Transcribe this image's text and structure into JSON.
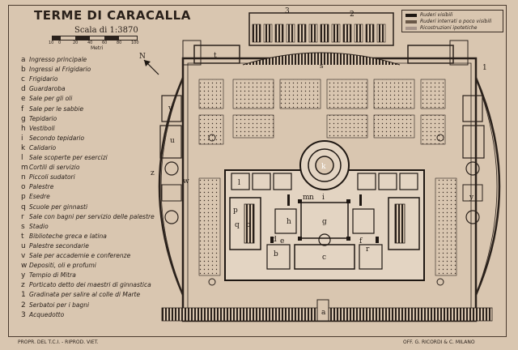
{
  "title": "TERME DI CARACALLA",
  "scale": {
    "label": "Scala di 1:3870",
    "ticks": [
      "10",
      "0",
      "20",
      "40",
      "60",
      "80",
      "100"
    ],
    "unit": "Metri"
  },
  "legend": [
    {
      "key": "a",
      "text": "Ingresso principale"
    },
    {
      "key": "b",
      "text": "Ingressi al Frigidario"
    },
    {
      "key": "c",
      "text": "Frigidario"
    },
    {
      "key": "d",
      "text": "Guardaroba"
    },
    {
      "key": "e",
      "text": "Sale per gli oli"
    },
    {
      "key": "f",
      "text": "Sale per le sabbie"
    },
    {
      "key": "g",
      "text": "Tepidario"
    },
    {
      "key": "h",
      "text": "Vestiboli"
    },
    {
      "key": "i",
      "text": "Secondo tepidario"
    },
    {
      "key": "k",
      "text": "Calidario"
    },
    {
      "key": "l",
      "text": "Sale scoperte per esercizi"
    },
    {
      "key": "m",
      "text": "Cortili di servizio"
    },
    {
      "key": "n",
      "text": "Piccoli sudatori"
    },
    {
      "key": "o",
      "text": "Palestre"
    },
    {
      "key": "p",
      "text": "Esedre"
    },
    {
      "key": "q",
      "text": "Scuole per ginnasti"
    },
    {
      "key": "r",
      "text": "Sale con bagni per servizio delle palestre"
    },
    {
      "key": "s",
      "text": "Stadio"
    },
    {
      "key": "t",
      "text": "Biblioteche greca e latina"
    },
    {
      "key": "u",
      "text": "Palestre secondarie"
    },
    {
      "key": "v",
      "text": "Sale per accademie e conferenze"
    },
    {
      "key": "w",
      "text": "Depositi, oli e profumi"
    },
    {
      "key": "y",
      "text": "Tempio di Mitra"
    },
    {
      "key": "z",
      "text": "Porticato detto dei maestri di ginnastica"
    },
    {
      "key": "1",
      "text": "Gradinata per salire al colle di Marte"
    },
    {
      "key": "2",
      "text": "Serbatoi per i bagni"
    },
    {
      "key": "3",
      "text": "Acquedotto"
    }
  ],
  "key_box": [
    {
      "text": "Ruderi visibili",
      "color": "#1e1712"
    },
    {
      "text": "Ruderi interrati o poco visibili",
      "color": "#6a5848"
    },
    {
      "text": "Ricostruzioni ipotetiche",
      "color": "#a8958a"
    }
  ],
  "plan_labels": {
    "a": "a",
    "b": "b",
    "c": "c",
    "d": "d",
    "e": "e",
    "f": "f",
    "g": "g",
    "h": "h",
    "i": "i",
    "k": "k",
    "l": "l",
    "m": "m",
    "n": "n",
    "o": "o",
    "p": "p",
    "q": "q",
    "r": "r",
    "s": "s",
    "t": "t",
    "u": "u",
    "v": "v",
    "w": "w",
    "y": "y",
    "z": "z",
    "one": "1",
    "two": "2",
    "three": "3",
    "north": "N"
  },
  "footer_left": "PROPR. DEL T.C.I. - RIPROD. VIET.",
  "footer_right": "OFF. G. RICORDI & C. MILANO",
  "colors": {
    "paper": "#d9c6b0",
    "ink": "#1e1712"
  }
}
